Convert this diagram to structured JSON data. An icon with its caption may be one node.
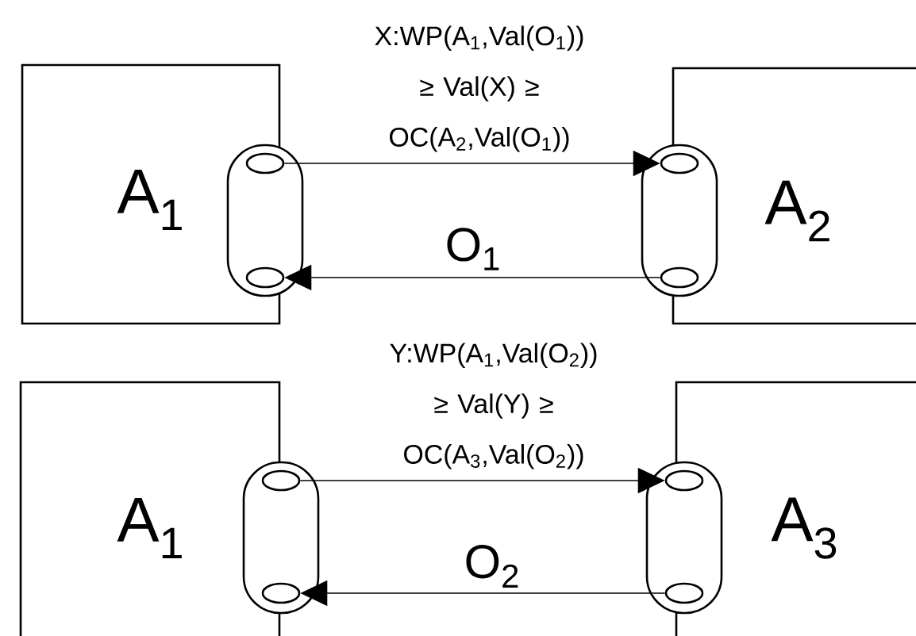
{
  "diagram": {
    "nodes": [
      {
        "text": [
          "A$_{1}$"
        ]
      },
      {
        "text": [],
        "shape": "capsule"
      },
      {
        "text": [],
        "shape": "ellipse",
        "in": 1
      },
      {
        "text": [],
        "shape": "ellipse",
        "in": 1
      },
      {
        "text": [
          "A$_{2}$"
        ]
      },
      {
        "text": [],
        "shape": "capsule"
      },
      {
        "text": [],
        "shape": "ellipse",
        "in": 5
      },
      {
        "text": [],
        "shape": "ellipse",
        "in": 5
      },
      {
        "text": [
          "A$_{1}$"
        ]
      },
      {
        "text": [],
        "shape": "capsule"
      },
      {
        "text": [],
        "shape": "ellipse",
        "in": 9
      },
      {
        "text": [],
        "shape": "ellipse",
        "in": 9
      },
      {
        "text": [
          "A$_{3}$"
        ]
      },
      {
        "text": [],
        "shape": "capsule"
      },
      {
        "text": [],
        "shape": "ellipse",
        "in": 13
      },
      {
        "text": [],
        "shape": "ellipse",
        "in": 13
      }
    ],
    "edges": [
      {
        "from": 2,
        "to": 6,
        "arrow": "to",
        "label": "X:WP(A$_{1}$,Val(O$_{1}$)) ≥ Val(X) ≥ OC(A$_{2}$,Val(O$_{1}$))"
      },
      {
        "from": 7,
        "to": 3,
        "arrow": "to",
        "label": "O$_{1}$"
      },
      {
        "from": 10,
        "to": 14,
        "arrow": "to",
        "label": "Y:WP(A$_{1}$,Val(O$_{2}$)) ≥ Val(Y) ≥ OC(A$_{3}$,Val(O$_{2}$))"
      },
      {
        "from": 15,
        "to": 11,
        "arrow": "to",
        "label": "O$_{2}$"
      }
    ]
  }
}
